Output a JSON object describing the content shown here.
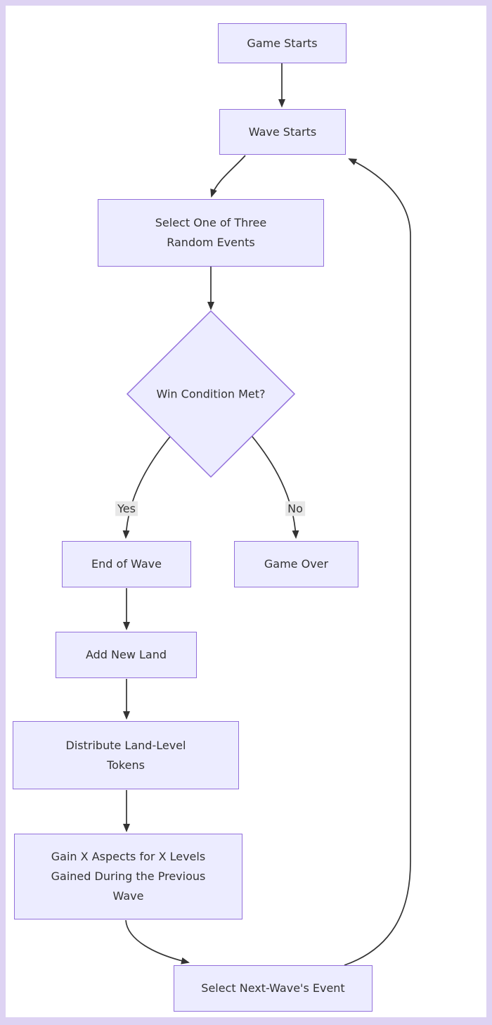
{
  "diagram": {
    "type": "flowchart",
    "direction": "top-down",
    "nodes": [
      {
        "id": "game_starts",
        "shape": "rect",
        "label": "Game Starts"
      },
      {
        "id": "wave_starts",
        "shape": "rect",
        "label": "Wave Starts"
      },
      {
        "id": "select_events",
        "shape": "rect",
        "label": "Select One of Three\nRandom Events"
      },
      {
        "id": "win_condition",
        "shape": "diamond",
        "label": "Win Condition Met?"
      },
      {
        "id": "end_of_wave",
        "shape": "rect",
        "label": "End of Wave"
      },
      {
        "id": "game_over",
        "shape": "rect",
        "label": "Game Over"
      },
      {
        "id": "add_new_land",
        "shape": "rect",
        "label": "Add New Land"
      },
      {
        "id": "distribute_tokens",
        "shape": "rect",
        "label": "Distribute Land-Level\nTokens"
      },
      {
        "id": "gain_aspects",
        "shape": "rect",
        "label": "Gain X Aspects for X Levels\nGained During the Previous\nWave"
      },
      {
        "id": "select_next_wave",
        "shape": "rect",
        "label": "Select Next-Wave's Event"
      }
    ],
    "edges": [
      {
        "from": "game_starts",
        "to": "wave_starts",
        "label": ""
      },
      {
        "from": "wave_starts",
        "to": "select_events",
        "label": ""
      },
      {
        "from": "select_events",
        "to": "win_condition",
        "label": ""
      },
      {
        "from": "win_condition",
        "to": "end_of_wave",
        "label": "Yes"
      },
      {
        "from": "win_condition",
        "to": "game_over",
        "label": "No"
      },
      {
        "from": "end_of_wave",
        "to": "add_new_land",
        "label": ""
      },
      {
        "from": "add_new_land",
        "to": "distribute_tokens",
        "label": ""
      },
      {
        "from": "distribute_tokens",
        "to": "gain_aspects",
        "label": ""
      },
      {
        "from": "gain_aspects",
        "to": "select_next_wave",
        "label": ""
      },
      {
        "from": "select_next_wave",
        "to": "wave_starts",
        "label": ""
      }
    ],
    "colors": {
      "node_fill": "#ECECFF",
      "node_border": "#9370DB",
      "edge_stroke": "#333333",
      "text": "#333333",
      "edge_label_bg": "#e8e8e8",
      "frame": "#ded3f3",
      "canvas": "#ffffff"
    }
  }
}
